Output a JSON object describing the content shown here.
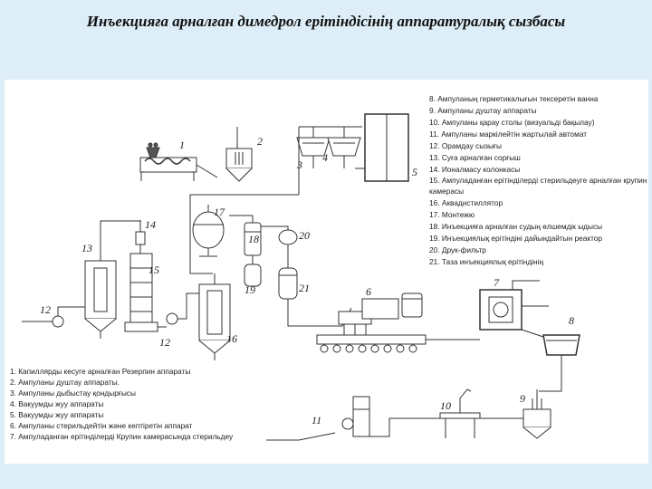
{
  "title": "Инъекцияға арналған димедрол ерітіндісінің  аппаратуралық сызбасы",
  "legend_right": [
    "8. Ампуланың герметикалығын тексеретін ванна",
    "9. Ампуланы душтау аппараты",
    "10. Ампуланы қарау столы (визуальді бақылау)",
    "11. Ампуланы маркілейтін жартылай автомат",
    "12. Орамдау сызығы",
    "13. Суға арналған сорғыш",
    "14. Ионалмасу колонкасы",
    "15. Ампуладанған ерітінділерді стерильдеуге арналған крупин",
    "камерасы",
    "16. Аквадистиллятор",
    "17. Монтежю",
    "18. Инъекцияға арналған судың өлшемдік ыдысы",
    "19. Инъекциялық ерітіндіні дайындайтын реактор",
    "20. Друк-фильтр",
    "21. Таза инъекциялық ерітіндінің"
  ],
  "legend_left": [
    "1. Капиллярды кесуге арналған Резерпин аппараты",
    "2. Ампуланы душтау аппараты.",
    "3. Ампуланы дыбыстау қондырғысы",
    "4. Вакуумды жуу аппараты",
    "5. Вакуумды жуу аппараты",
    "6. Ампуланы стерильдейтін және кептіретін аппарат",
    "7. Ампуладанған ерітінділерді Крупин камерасында стерильдеу"
  ],
  "numbers": {
    "n1": "1",
    "n2": "2",
    "n3": "3",
    "n4": "4",
    "n5": "5",
    "n6": "6",
    "n7": "7",
    "n8": "8",
    "n9": "9",
    "n10": "10",
    "n11": "11",
    "n12a": "12",
    "n12b": "12",
    "n13": "13",
    "n14": "14",
    "n15": "15",
    "n16": "16",
    "n17": "17",
    "n18": "18",
    "n19": "19",
    "n20": "20",
    "n21": "21"
  }
}
